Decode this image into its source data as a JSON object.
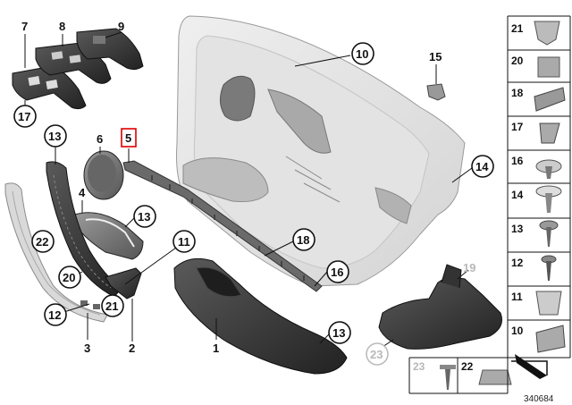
{
  "diagram": {
    "reference_number": "340684",
    "callouts": [
      {
        "id": "c7",
        "label": "7"
      },
      {
        "id": "c8",
        "label": "8"
      },
      {
        "id": "c9",
        "label": "9"
      },
      {
        "id": "c10",
        "label": "10"
      },
      {
        "id": "c15",
        "label": "15"
      },
      {
        "id": "c17",
        "label": "17"
      },
      {
        "id": "c6",
        "label": "6"
      },
      {
        "id": "c5",
        "label": "5"
      },
      {
        "id": "c13a",
        "label": "13"
      },
      {
        "id": "c14",
        "label": "14"
      },
      {
        "id": "c4",
        "label": "4"
      },
      {
        "id": "c13b",
        "label": "13"
      },
      {
        "id": "c22",
        "label": "22"
      },
      {
        "id": "c11",
        "label": "11"
      },
      {
        "id": "c18",
        "label": "18"
      },
      {
        "id": "c16",
        "label": "16"
      },
      {
        "id": "c19",
        "label": "19"
      },
      {
        "id": "c20",
        "label": "20"
      },
      {
        "id": "c12",
        "label": "12"
      },
      {
        "id": "c21",
        "label": "21"
      },
      {
        "id": "c3",
        "label": "3"
      },
      {
        "id": "c2",
        "label": "2"
      },
      {
        "id": "c1",
        "label": "1"
      },
      {
        "id": "c13c",
        "label": "13"
      },
      {
        "id": "c23",
        "label": "23"
      }
    ],
    "side_column": [
      "21",
      "20",
      "18",
      "17",
      "16",
      "14",
      "13",
      "12",
      "11",
      "10"
    ],
    "bottom_row": [
      "23",
      "22"
    ]
  }
}
